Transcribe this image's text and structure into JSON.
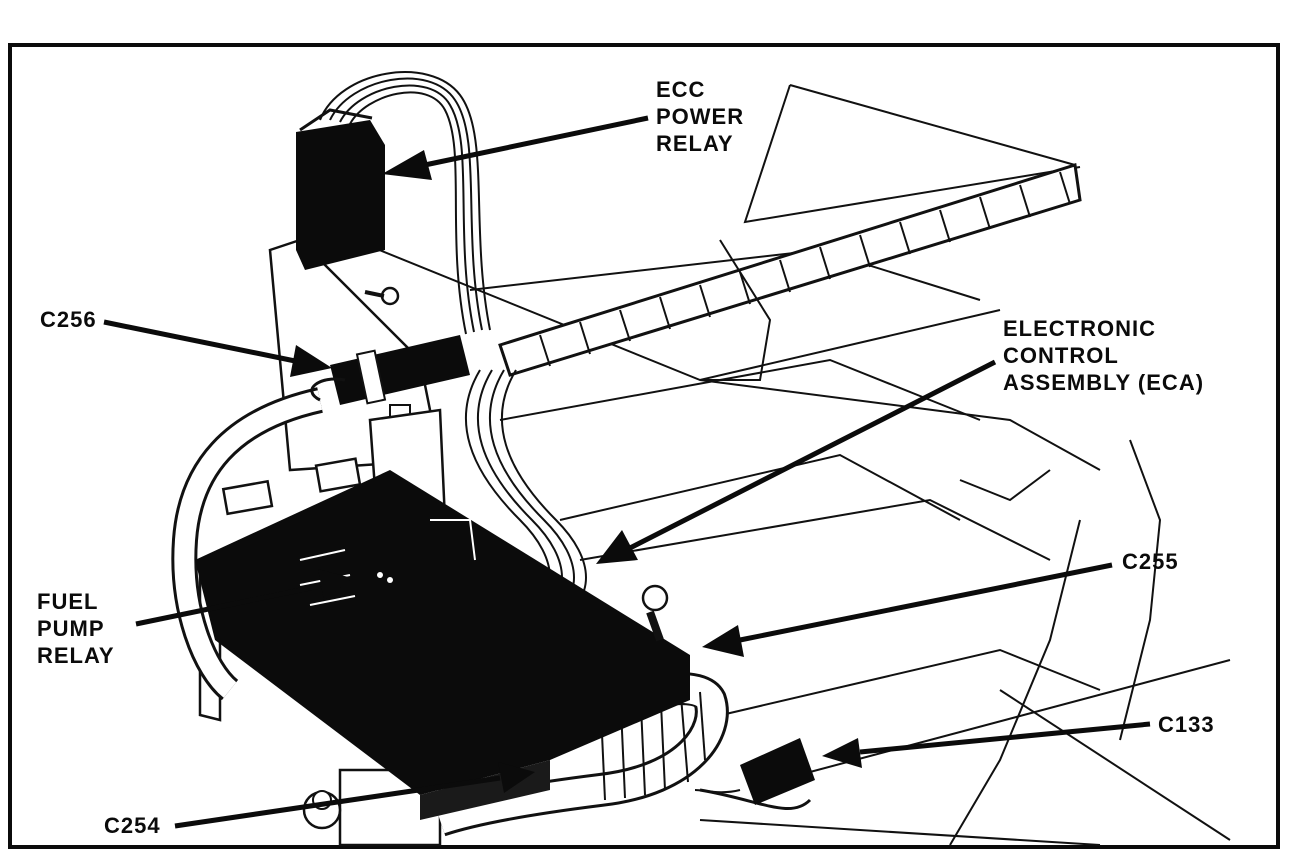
{
  "diagram": {
    "callouts": {
      "ecc_power_relay": [
        "ECC",
        "POWER",
        "RELAY"
      ],
      "c256": "C256",
      "eca": [
        "ELECTRONIC",
        "CONTROL",
        "ASSEMBLY (ECA)"
      ],
      "c255": "C255",
      "fuel_pump_relay": [
        "FUEL",
        "PUMP",
        "RELAY"
      ],
      "c133": "C133",
      "c254": "C254"
    }
  }
}
